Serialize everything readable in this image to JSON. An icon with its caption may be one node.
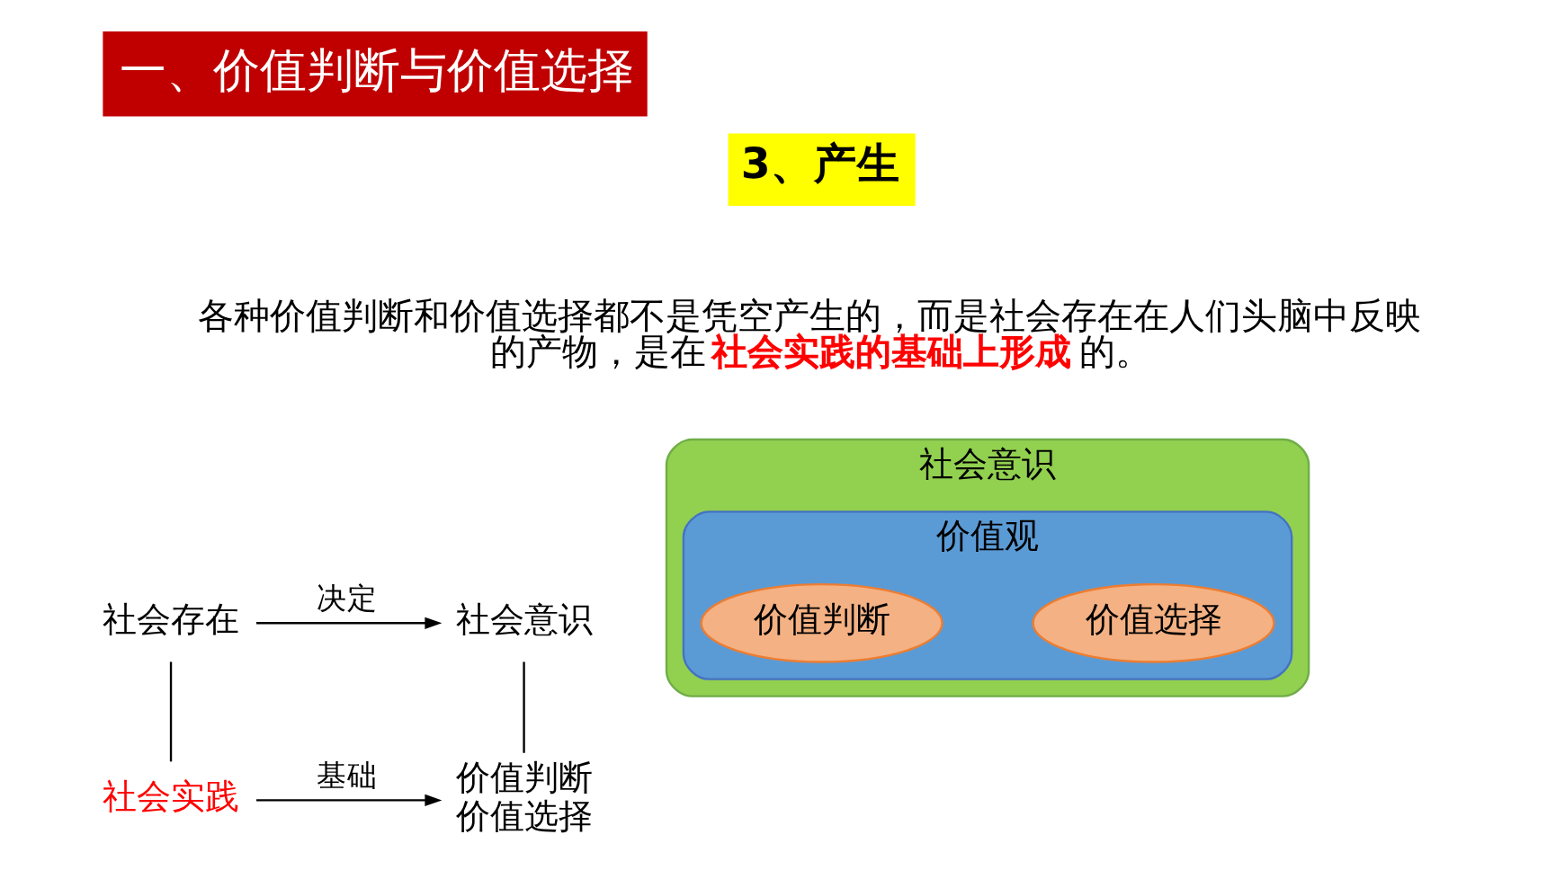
{
  "diagram": {
    "title": "一、价值判断与价值选择",
    "nodes": [
      {
        "text": [
          "社会存在"
        ]
      },
      {
        "text": [
          "社会意识"
        ]
      },
      {
        "text": [
          "社会实践"
        ]
      },
      {
        "text": [
          "价值判断",
          "价值选择"
        ]
      },
      {
        "text": [
          "社会意识"
        ]
      },
      {
        "text": [
          "价值观"
        ],
        "in": 4
      },
      {
        "text": [
          "价值判断"
        ],
        "in": 5
      },
      {
        "text": [
          "价值选择"
        ],
        "in": 5
      }
    ],
    "edges": [
      {
        "from": 0,
        "to": 1,
        "arrow": "to",
        "label": "决定"
      },
      {
        "from": 0,
        "to": 2,
        "arrow": "none"
      },
      {
        "from": 1,
        "to": 3,
        "arrow": "none"
      },
      {
        "from": 2,
        "to": 3,
        "arrow": "to",
        "label": "基础"
      }
    ],
    "labels": [
      "3、产生",
      "各种价值判断和价值选择都不是凭空产生的，而是社会存在在人们头脑中反映的产物，是在**社会实践的基础上形成**的。"
    ]
  }
}
